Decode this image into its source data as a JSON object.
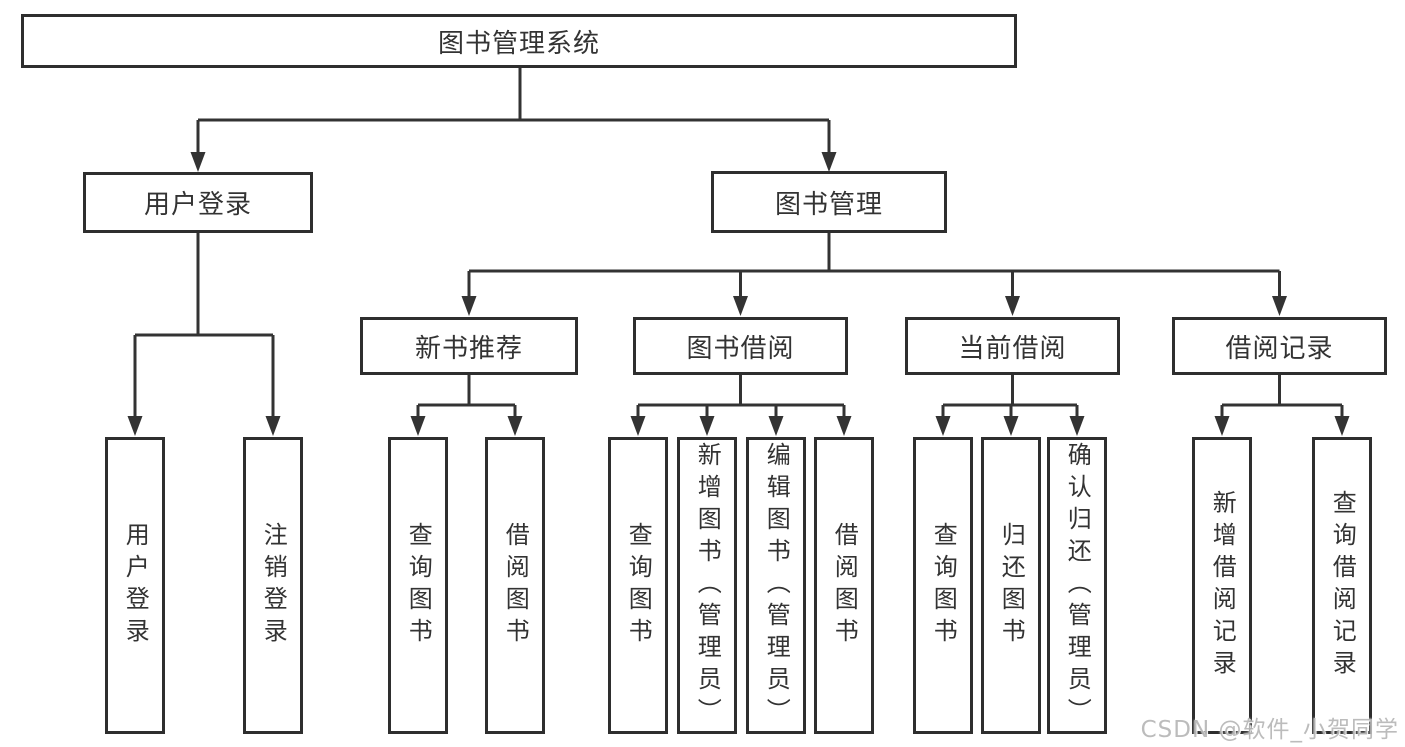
{
  "meta": {
    "diagram_type": "hierarchy-tree",
    "colors": {
      "background": "#ffffff",
      "box_border": "#2e2e2e",
      "connector_line": "#333333",
      "text": "#333333",
      "watermark_text": "#b9b9b9"
    }
  },
  "tree": {
    "label": "图书管理系统",
    "children": [
      {
        "label": "用户登录",
        "children": [
          {
            "label": "用户登录"
          },
          {
            "label": "注销登录"
          }
        ]
      },
      {
        "label": "图书管理",
        "children": [
          {
            "label": "新书推荐",
            "children": [
              {
                "label": "查询图书"
              },
              {
                "label": "借阅图书"
              }
            ]
          },
          {
            "label": "图书借阅",
            "children": [
              {
                "label": "查询图书"
              },
              {
                "label": "新增图书（管理员）"
              },
              {
                "label": "编辑图书（管理员）"
              },
              {
                "label": "借阅图书"
              }
            ]
          },
          {
            "label": "当前借阅",
            "children": [
              {
                "label": "查询图书"
              },
              {
                "label": "归还图书"
              },
              {
                "label": "确认归还（管理员）"
              }
            ]
          },
          {
            "label": "借阅记录",
            "children": [
              {
                "label": "新增借阅记录"
              },
              {
                "label": "查询借阅记录"
              }
            ]
          }
        ]
      }
    ]
  },
  "watermark": {
    "text": "CSDN @软件_小贺同学"
  }
}
